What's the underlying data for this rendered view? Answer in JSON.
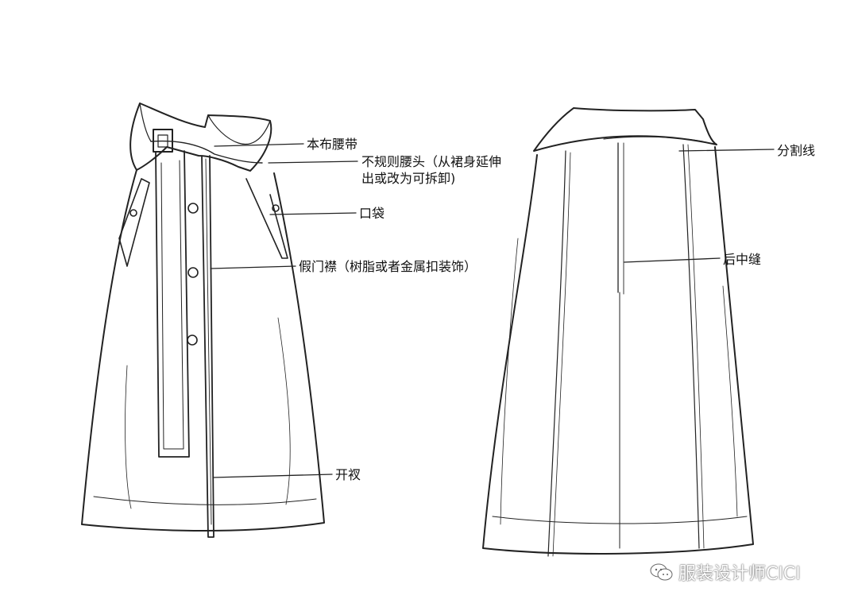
{
  "labels": {
    "belt": "本布腰带",
    "waistband_line1": "不规则腰头（从裙身延伸",
    "waistband_line2": "出或改为可拆卸)",
    "pocket": "口袋",
    "placket": "假门襟（树脂或者金属扣装饰）",
    "slit": "开衩",
    "seam": "分割线",
    "back_center_seam": "后中缝"
  },
  "watermark": {
    "text": "服装设计师CICI",
    "icon": "wechat-icon"
  },
  "colors": {
    "line": "#222222",
    "background": "#ffffff"
  }
}
